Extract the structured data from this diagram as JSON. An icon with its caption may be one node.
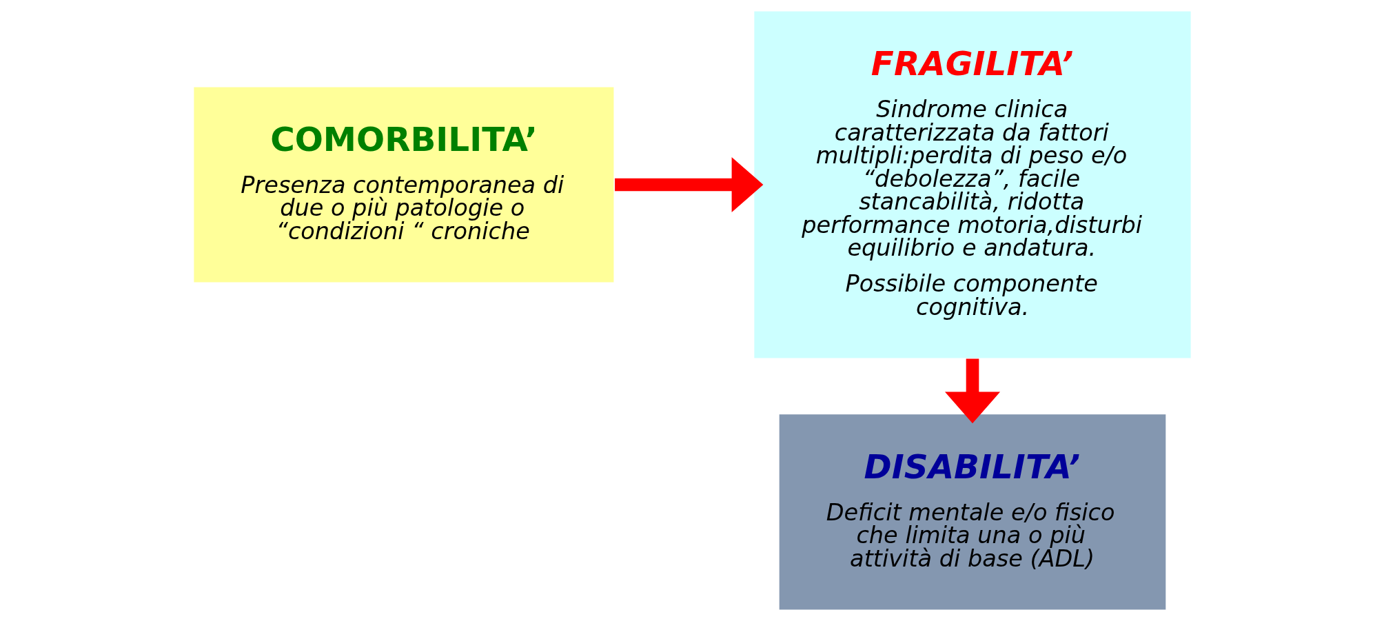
{
  "diagram": {
    "nodes": [
      {
        "text": [
          "COMORBILITA’",
          "Presenza contemporanea di due o più patologie o “condizioni “ croniche"
        ]
      },
      {
        "text": [
          "FRAGILITA’",
          "Sindrome clinica caratterizzata da fattori multipli:perdita di peso e/o “debolezza”, facile stancabilità, ridotta performance motoria,disturbi equilibrio e andatura.",
          "Possibile componente cognitiva."
        ]
      },
      {
        "text": [
          "DISABILITA’",
          "Deficit mentale e/o fisico che limita una o più attività di base (ADL)"
        ]
      }
    ],
    "edges": [
      {
        "from": 0,
        "to": 1,
        "arrow": "to"
      },
      {
        "from": 1,
        "to": 2,
        "arrow": "to"
      }
    ]
  }
}
